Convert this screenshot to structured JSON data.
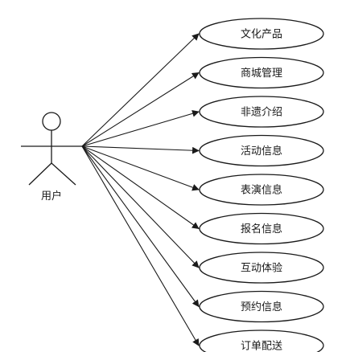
{
  "actor": {
    "label": "用户",
    "icon": "stick-figure-icon"
  },
  "use_cases": [
    {
      "label": "文化产品"
    },
    {
      "label": "商城管理"
    },
    {
      "label": "非遗介绍"
    },
    {
      "label": "活动信息"
    },
    {
      "label": "表演信息"
    },
    {
      "label": "报名信息"
    },
    {
      "label": "互动体验"
    },
    {
      "label": "预约信息"
    },
    {
      "label": "订单配送"
    }
  ],
  "colors": {
    "stroke": "#1a1a1a",
    "background": "#ffffff"
  }
}
